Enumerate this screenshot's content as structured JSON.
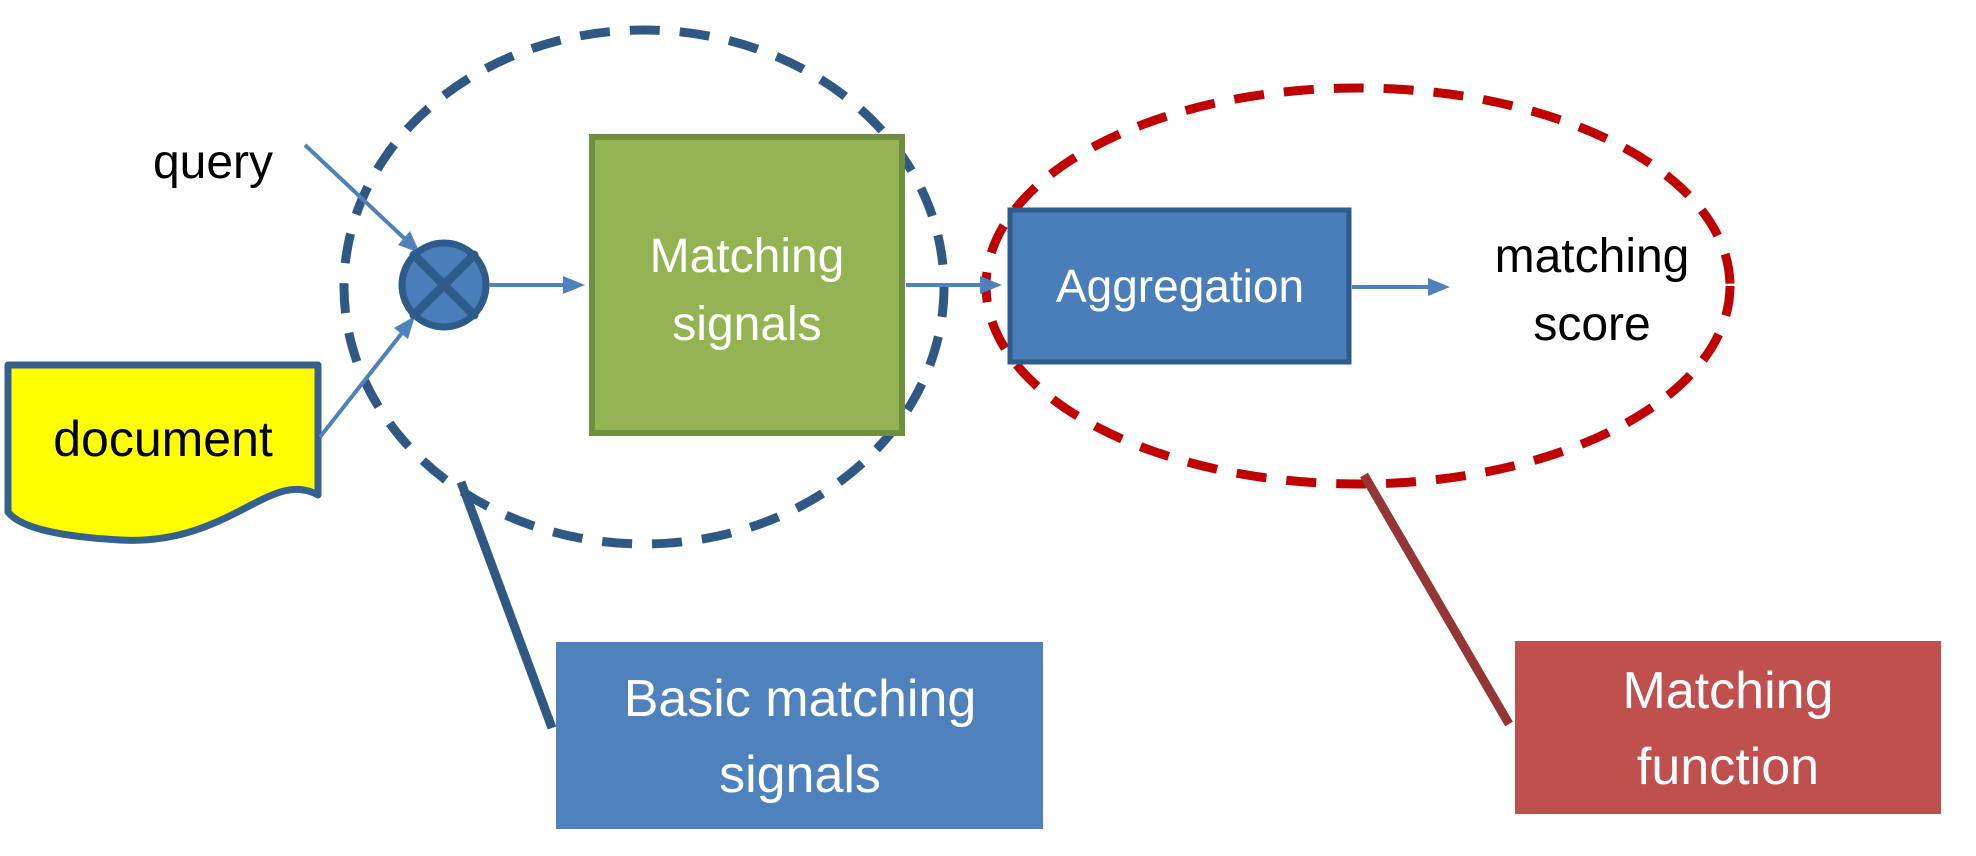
{
  "diagram": {
    "inputs": {
      "query_label": "query",
      "document_label": "document"
    },
    "operator": {
      "otimes_symbol": "⊗"
    },
    "matching_signals_box": {
      "line1": "Matching",
      "line2": "signals"
    },
    "aggregation_box": {
      "label": "Aggregation"
    },
    "output": {
      "line1": "matching",
      "line2": "score"
    },
    "callouts": {
      "basic_matching_signals": {
        "line1": "Basic matching",
        "line2": "signals"
      },
      "matching_function": {
        "line1": "Matching",
        "line2": "function"
      }
    }
  },
  "colors": {
    "blue_fill": "#4A7EBB",
    "blue_flat": "#4F81BD",
    "blue_dark": "#2E5C8A",
    "blue_dash": "#2F5984",
    "arrow_blue": "#4F81BD",
    "green_fill": "#94B454",
    "green_border": "#6E8F3D",
    "yellow_fill": "#FFFF00",
    "yellow_border": "#36618E",
    "red_fill": "#C0504D",
    "red_dash": "#C00000",
    "red_leader": "#943634",
    "text_dark": "#000000",
    "text_light": "#FFFFFF",
    "background": "#FFFFFF"
  }
}
